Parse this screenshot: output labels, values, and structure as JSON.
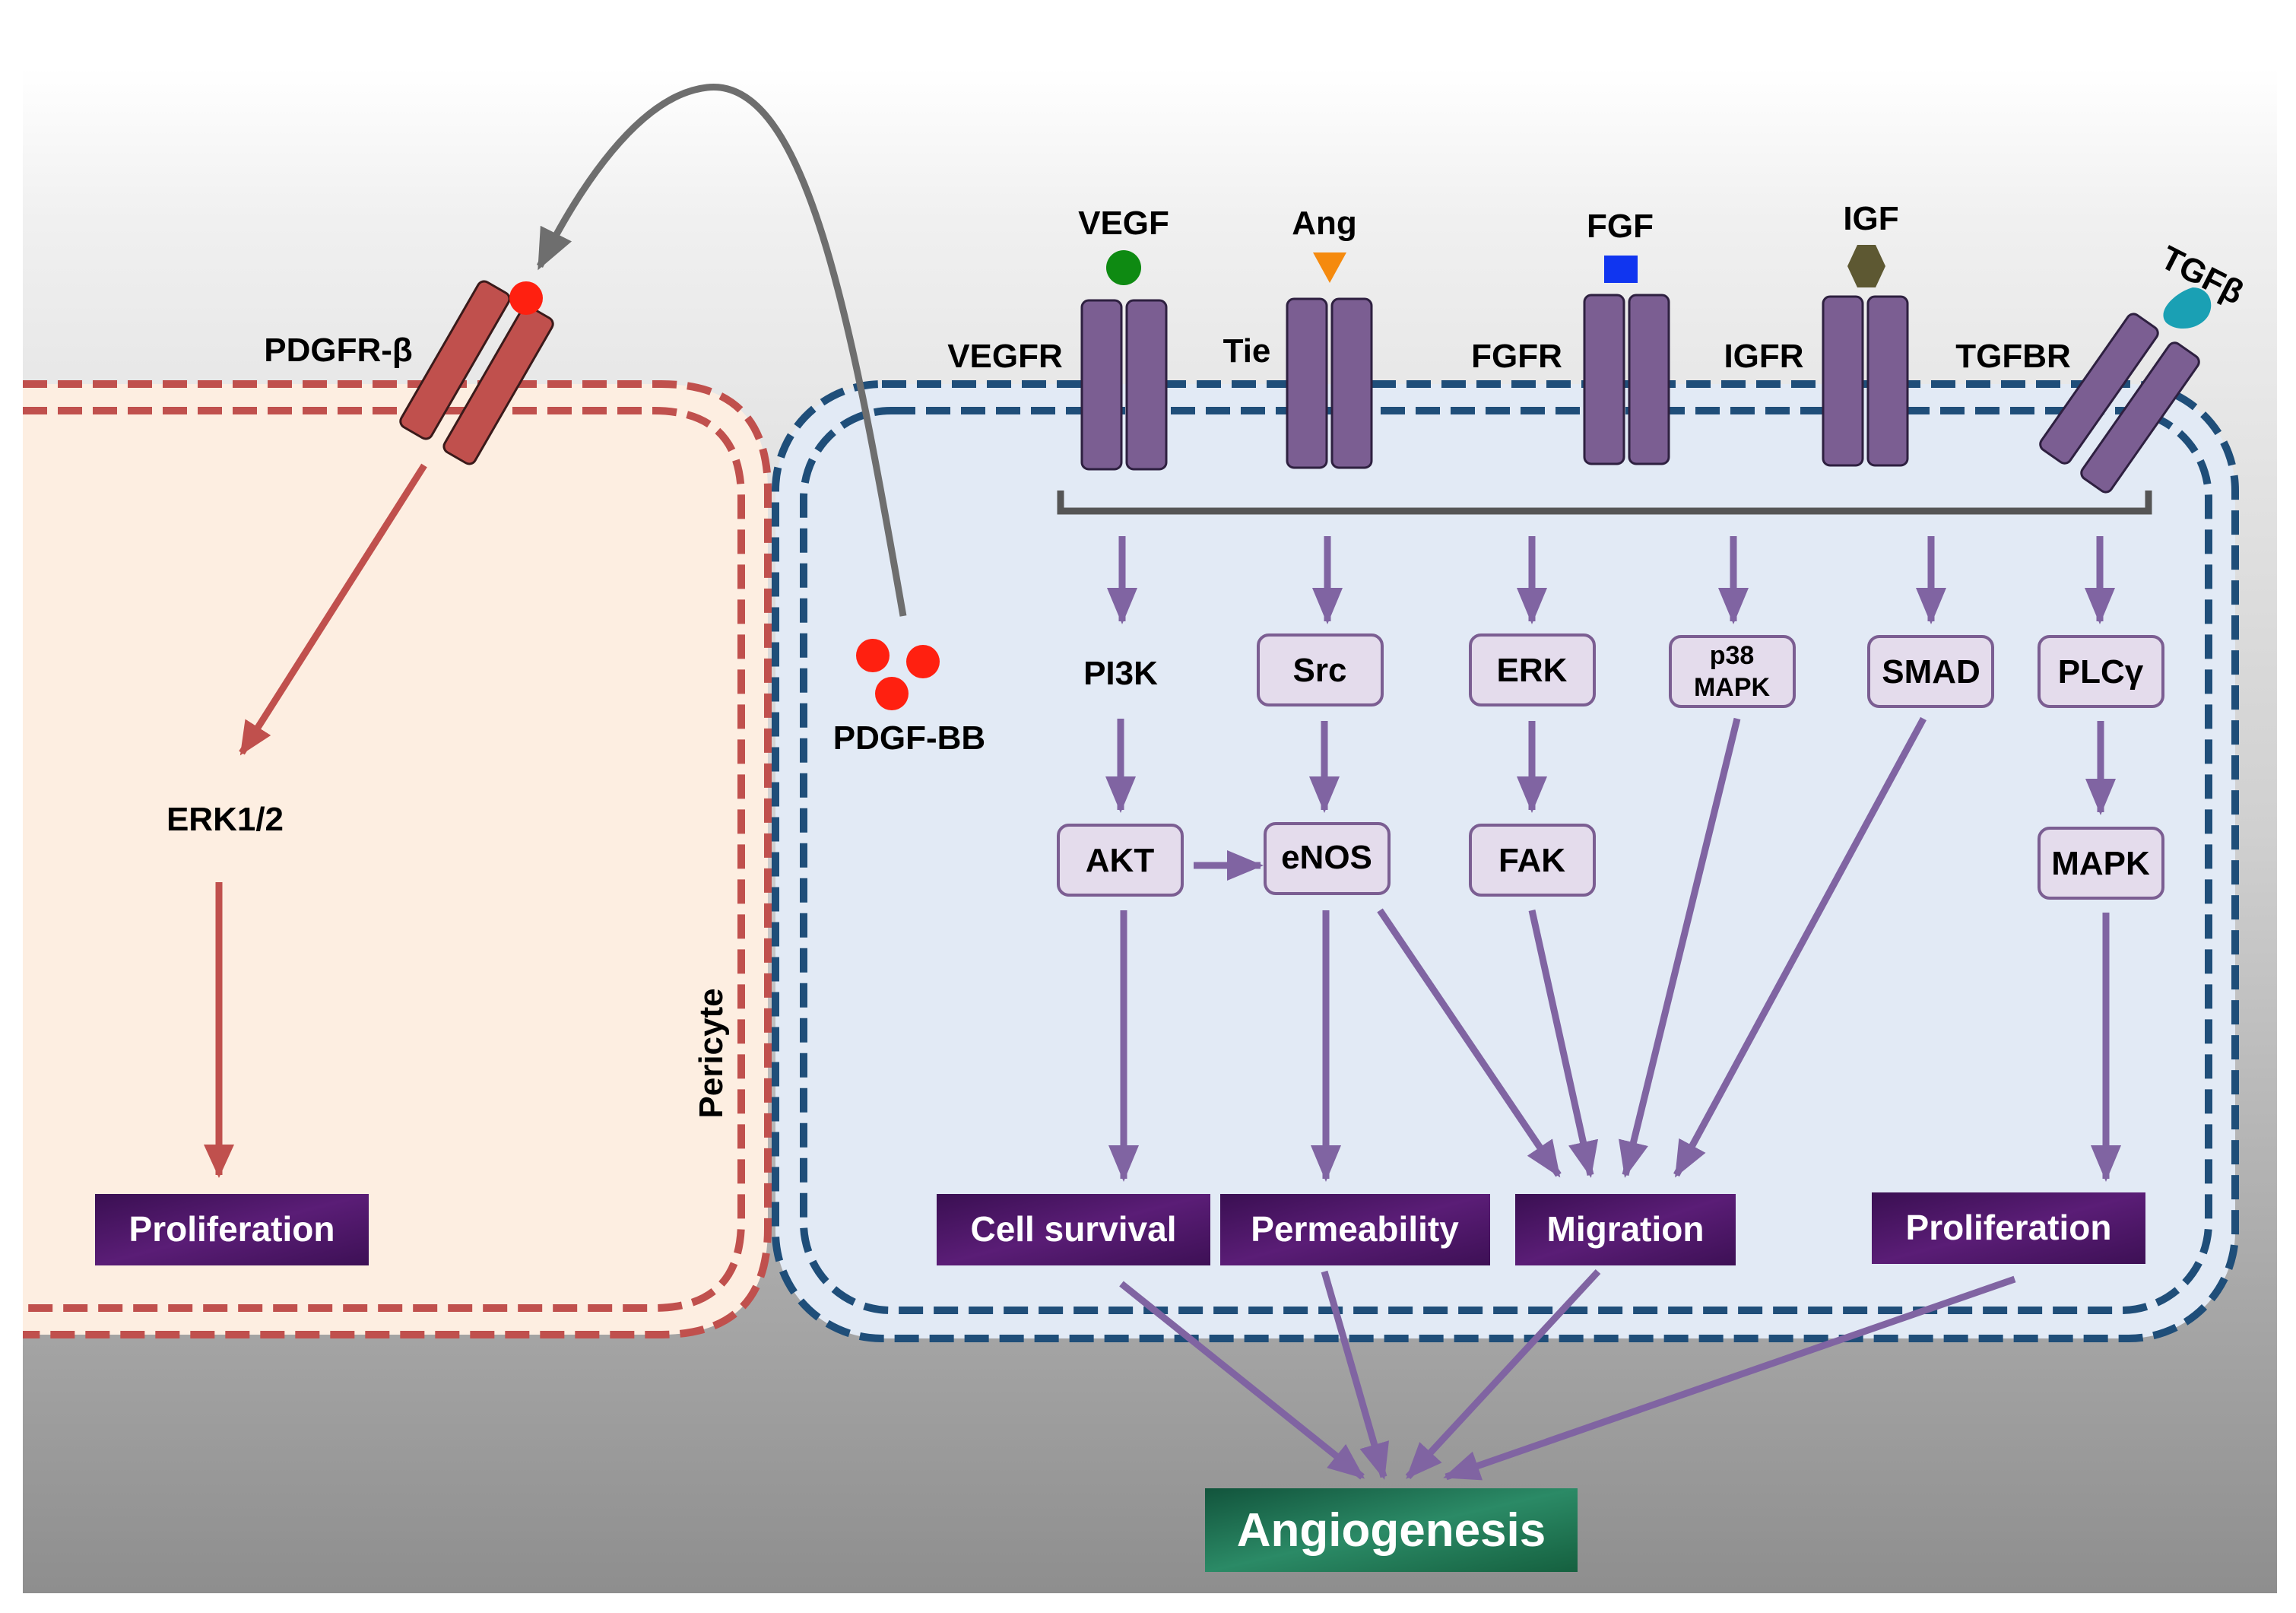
{
  "cells": {
    "pericyte_label": "Pericyte"
  },
  "ligands": {
    "vegf": "VEGF",
    "ang": "Ang",
    "fgf": "FGF",
    "igf": "IGF",
    "tgfb": "TGFβ",
    "pdgf_bb": "PDGF-BB"
  },
  "receptors": {
    "pdgfr_b": "PDGFR-β",
    "vegfr": "VEGFR",
    "tie": "Tie",
    "fgfr": "FGFR",
    "igfr": "IGFR",
    "tgfbr": "TGFBR"
  },
  "nodes": {
    "erk12": "ERK1/2",
    "pi3k": "PI3K",
    "src": "Src",
    "erk": "ERK",
    "p38_line1": "p38",
    "p38_line2": "MAPK",
    "smad": "SMAD",
    "plcg": "PLCγ",
    "akt": "AKT",
    "enos": "eNOS",
    "fak": "FAK",
    "mapk": "MAPK"
  },
  "outcomes": {
    "pericyte_proliferation": "Proliferation",
    "cell_survival": "Cell survival",
    "permeability": "Permeability",
    "migration": "Migration",
    "proliferation": "Proliferation",
    "angiogenesis": "Angiogenesis"
  },
  "colors": {
    "pericyte_fill": "#fdeee1",
    "pericyte_border": "#c0504d",
    "endothelial_fill": "#e2eaf5",
    "endothelial_border": "#1f4e79",
    "receptor_purple": "#7b5e92",
    "receptor_red": "#c0504d",
    "arrow_purple": "#8064a2",
    "arrow_red": "#c0504d",
    "arrow_gray": "#6e6e6e",
    "node_fill": "#e4dcec",
    "outcome_fill": "#4b1763",
    "angiogenesis_fill": "#1d6e52",
    "vegf_green": "#0e8a12",
    "ang_orange": "#f58a0e",
    "fgf_blue": "#1035f0",
    "igf_olive": "#5d5832",
    "tgfb_teal": "#1aa0b4",
    "pdgf_red": "#ff2010"
  }
}
